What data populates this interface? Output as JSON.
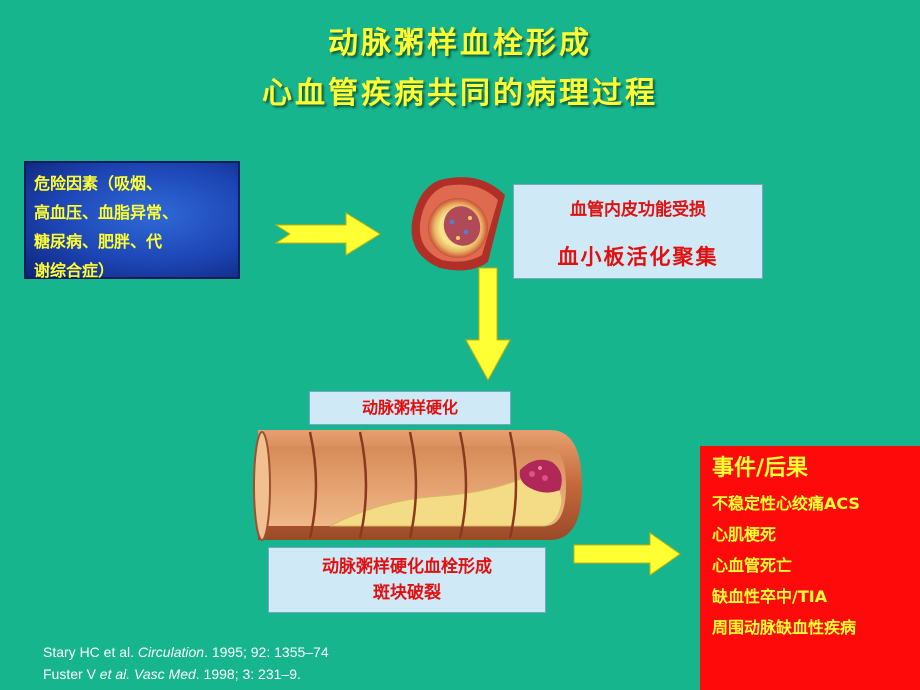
{
  "title": {
    "line1": "动脉粥样血栓形成",
    "line2": "心血管疾病共同的病理过程"
  },
  "risk_factors": {
    "lines": [
      "危险因素（吸烟、",
      "高血压、血脂异常、",
      "糖尿病、肥胖、代",
      "谢综合症）"
    ]
  },
  "endothelium": {
    "line1": "血管内皮功能受损",
    "line2": "血小板活化聚集"
  },
  "atherosclerosis_label": "动脉粥样硬化",
  "plaque": {
    "line1": "动脉粥样硬化血栓形成",
    "line2": "斑块破裂"
  },
  "outcomes": {
    "title": "事件/后果",
    "items": [
      "不稳定性心绞痛ACS",
      "心肌梗死",
      "心血管死亡",
      "缺血性卒中/TIA",
      "周围动脉缺血性疾病"
    ]
  },
  "references": {
    "ref1": {
      "authors": "Stary HC et al. ",
      "journal": "Circulation",
      "rest": ". 1995; 92: 1355–74"
    },
    "ref2": {
      "authors": "Fuster V ",
      "etal": "et al.",
      "journal": " Vasc Med",
      "rest": ". 1998; 3: 231–9."
    }
  },
  "colors": {
    "background": "#16b58e",
    "title": "#ffff33",
    "arrow": "#ffff33",
    "outcome_box": "#ff0a0a",
    "label_text": "#e01010"
  }
}
